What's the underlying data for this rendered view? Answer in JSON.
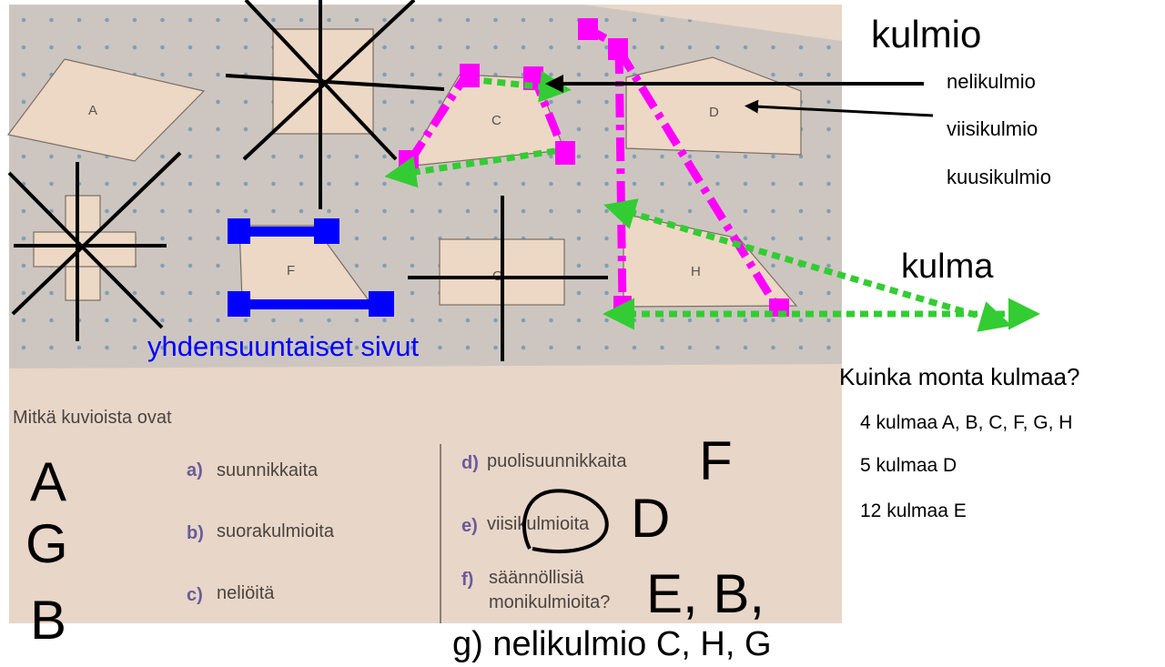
{
  "shapes": {
    "A": "A",
    "C": "C",
    "D": "D",
    "F": "F",
    "G": "G",
    "H": "H"
  },
  "annotations": {
    "kulmio": "kulmio",
    "nelikulmio": "nelikulmio",
    "viisikulmio": "viisikulmio",
    "kuusikulmio": "kuusikulmio",
    "kulma": "kulma",
    "parallel_sides": "yhdensuuntaiset sivut",
    "question": "Kuinka monta kulmaa?",
    "counts": [
      "4 kulmaa A, B, C, F, G, H",
      "5 kulmaa D",
      "12 kulmaa E"
    ],
    "answers_left": [
      "A",
      "G",
      "B"
    ],
    "answer_d": "F",
    "answer_e": "D",
    "answer_f": "E, B,",
    "answer_g": "g) nelikulmio C, H, G"
  },
  "book": {
    "prompt": "Mitkä kuvioista ovat",
    "items": [
      {
        "letter": "a)",
        "text": "suunnikkaita"
      },
      {
        "letter": "b)",
        "text": "suorakulmioita"
      },
      {
        "letter": "c)",
        "text": "neliöitä"
      },
      {
        "letter": "d)",
        "text": "puolisuunnikkaita"
      },
      {
        "letter": "e)",
        "text": "viisikulmioita"
      },
      {
        "letter": "f)",
        "text": "säännöllisiä"
      }
    ],
    "f_line2": "monikulmioita?"
  },
  "colors": {
    "magenta": "#ff00ff",
    "green": "#33cc33",
    "blue": "#0000ff"
  }
}
